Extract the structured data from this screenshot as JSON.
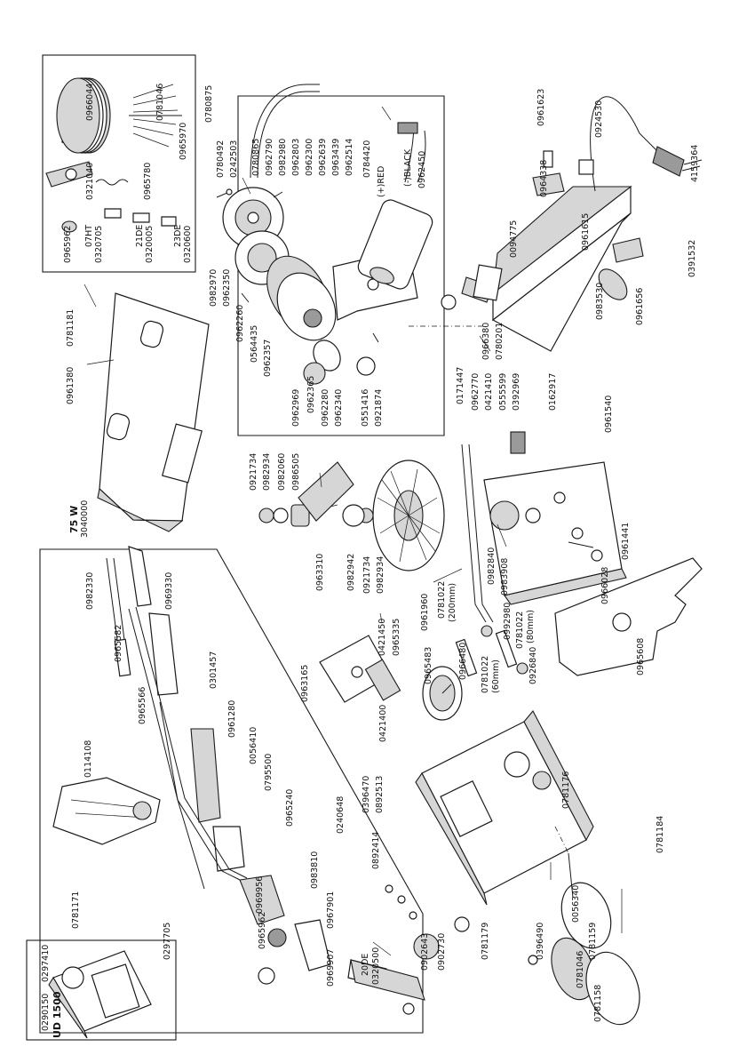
{
  "labels": {
    "p0966044": "0966044",
    "p0781046_top": "0781046",
    "p0965970": "0965970",
    "p0321040": "0321040",
    "p0965780": "0965780",
    "p0965962_top": "0965962",
    "tip07ht_name": "07HT",
    "tip07ht_code": "0320705",
    "tip21de_name": "21DE",
    "tip21de_code": "0320005",
    "tip23de_name": "23DE",
    "tip23de_code": "0320600",
    "p0781181": "0781181",
    "p0780875": "0780875",
    "p0961380": "0961380",
    "power_rating": "75 W",
    "p3040000": "3040000",
    "p0780492": "0780492",
    "p0242503": "0242503",
    "p0780865": "0780865",
    "p0962790": "0962790",
    "p0982980": "0982980",
    "p0962803": "0962803",
    "p0962300": "0962300",
    "p0962639": "0962639",
    "p0963439": "0963439",
    "p0962514": "0962514",
    "p0784420": "0784420",
    "red_lead": "(+)RED",
    "black_lead": "(-)BLACK",
    "p0962450": "0962450",
    "p0982970": "0982970",
    "p0962350": "0962350",
    "p0962260": "0962260",
    "p0564435": "0564435",
    "p0962357": "0962357",
    "p0962969": "0962969",
    "p0962365": "0962365",
    "p0962280": "0962280",
    "p0962340": "0962340",
    "p0551416": "0551416",
    "p0921874": "0921874",
    "p0966380": "0966380",
    "p0780201": "0780201",
    "p0094775": "0094775",
    "p0961623": "0961623",
    "p0924530": "0924530",
    "p0964338": "0964338",
    "p0961615": "0961615",
    "p4159364": "4159364",
    "p0391532": "0391532",
    "p0961656": "0961656",
    "p0983530": "0983530",
    "p0921734_a": "0921734",
    "p0982934_a": "0982934",
    "p0982060": "0982060",
    "p0986505": "0986505",
    "p0963310": "0963310",
    "p0982942": "0982942",
    "p0921734_b": "0921734",
    "p0982934_b": "0982934",
    "p0171447": "0171447",
    "p0962770": "0962770",
    "p0421410": "0421410",
    "p0555599": "0555599",
    "p0392969": "0392969",
    "p0162917": "0162917",
    "p0961540": "0961540",
    "p0982840": "0982840",
    "p0983908": "0983908",
    "p0961441": "0961441",
    "p0966028": "0966028",
    "p0965608": "0965608",
    "p0961960": "0961960",
    "p0781022_a": "0781022",
    "len200": "(200mm)",
    "p0992980": "0992980",
    "p0781022_b": "0781022",
    "len80": "(80mm)",
    "p0781022_c": "0781022",
    "len60": "(60mm)",
    "p0926840": "0926840",
    "p0966480": "0966480",
    "p0965483": "0965483",
    "p0421450": "0421450",
    "p0965335": "0965335",
    "p0963165": "0963165",
    "p0421400": "0421400",
    "p0982330": "0982330",
    "p0969330": "0969330",
    "p0965582": "0965582",
    "p0965566": "0965566",
    "p0301457": "0301457",
    "p0961280": "0961280",
    "p0056410": "0056410",
    "p0795500": "0795500",
    "p0114108": "0114108",
    "p0965240": "0965240",
    "p0396470": "0396470",
    "p0892513": "0892513",
    "p0240648": "0240648",
    "p0892414": "0892414",
    "p0983810": "0983810",
    "p0969956": "0969956",
    "p0965962_b": "0965962",
    "p0967901": "0967901",
    "tip20de_name": "20DE",
    "tip20de_code": "0320500",
    "p0969907": "0969907",
    "p0781176": "0781176",
    "p0781184": "0781184",
    "p0056340": "0056340",
    "p0781179": "0781179",
    "p0396490": "0396490",
    "p0902643": "0902643",
    "p0902730": "0902730",
    "p0781159": "0781159",
    "p0781046_b": "0781046",
    "p0781158": "0781158",
    "p0297410": "0297410",
    "p0781171": "0781171",
    "p0297705": "0297705",
    "p0290150": "0290150",
    "stand_model": "UD 1500"
  }
}
